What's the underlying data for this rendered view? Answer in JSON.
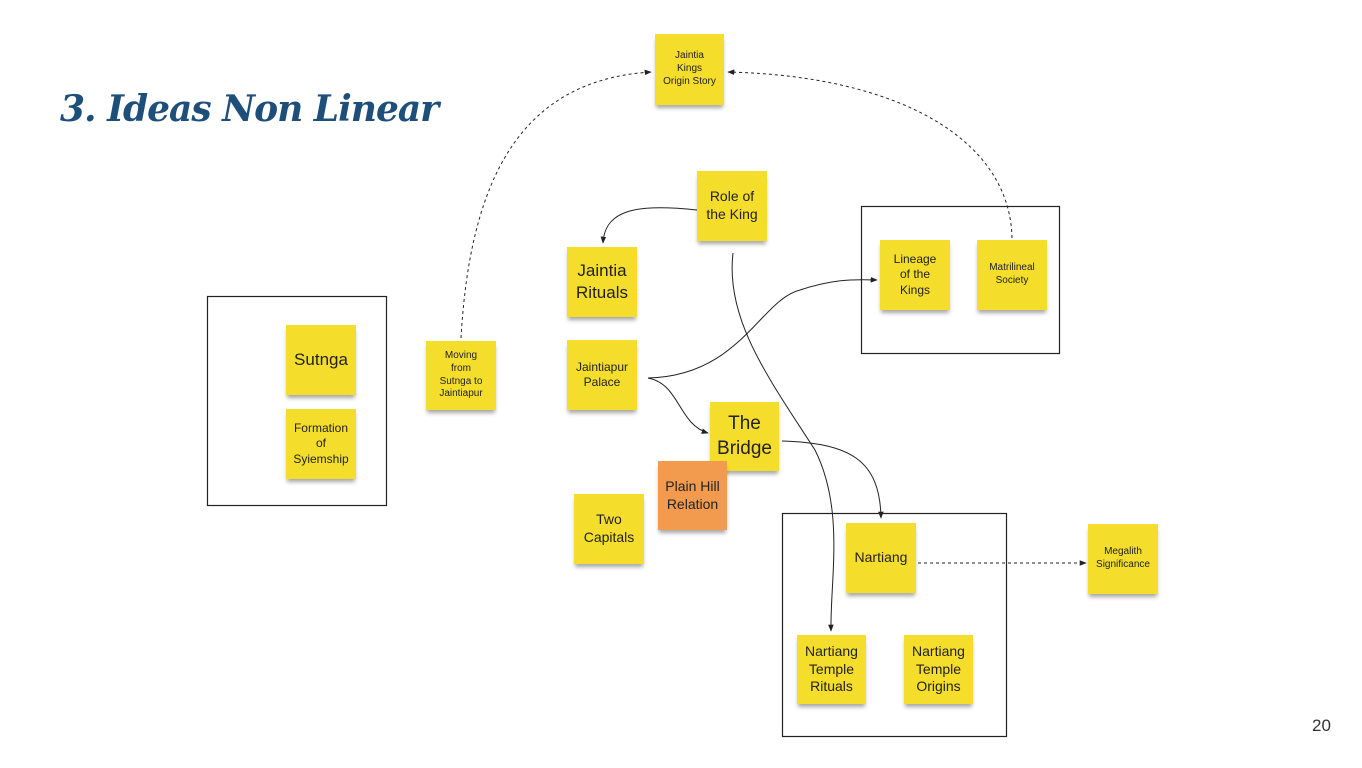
{
  "title": "3. Ideas Non Linear",
  "page_number": "20",
  "notes": {
    "jaintia_kings_origin": "Jaintia\nKings\nOrigin Story",
    "role_of_king": "Role of\nthe King",
    "jaintia_rituals": "Jaintia\nRituals",
    "jaintiapur_palace": "Jaintiapur\nPalace",
    "moving": "Moving\nfrom\nSutnga to\nJaintiapur",
    "sutnga": "Sutnga",
    "formation": "Formation\nof\nSyiemship",
    "lineage": "Lineage\nof the\nKings",
    "matrilineal": "Matrilineal\nSociety",
    "bridge": "The\nBridge",
    "plain_hill": "Plain Hill\nRelation",
    "two_capitals": "Two\nCapitals",
    "nartiang": "Nartiang",
    "megalith": "Megalith\nSignificance",
    "temple_rituals": "Nartiang\nTemple\nRituals",
    "temple_origins": "Nartiang\nTemple\nOrigins"
  },
  "colors": {
    "title": "#1d4f7a",
    "sticky_yellow": "#f5de2b",
    "sticky_orange": "#f29b4f",
    "line": "#222222"
  }
}
